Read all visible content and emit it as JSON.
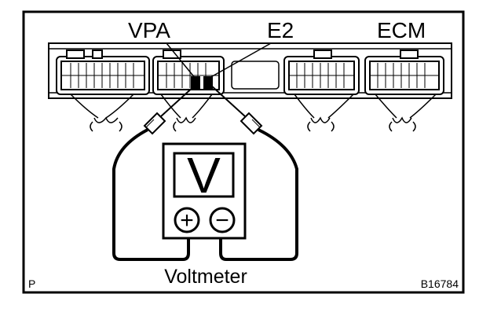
{
  "diagram": {
    "ecm_label": "ECM",
    "pin_labels": {
      "vpa": "VPA",
      "e2": "E2"
    },
    "meter": {
      "display_symbol": "V",
      "positive_symbol": "+",
      "negative_symbol": "−",
      "caption": "Voltmeter"
    },
    "corner_mark": "P",
    "figure_code": "B16784"
  },
  "colors": {
    "line": "#000000",
    "background": "#ffffff"
  }
}
